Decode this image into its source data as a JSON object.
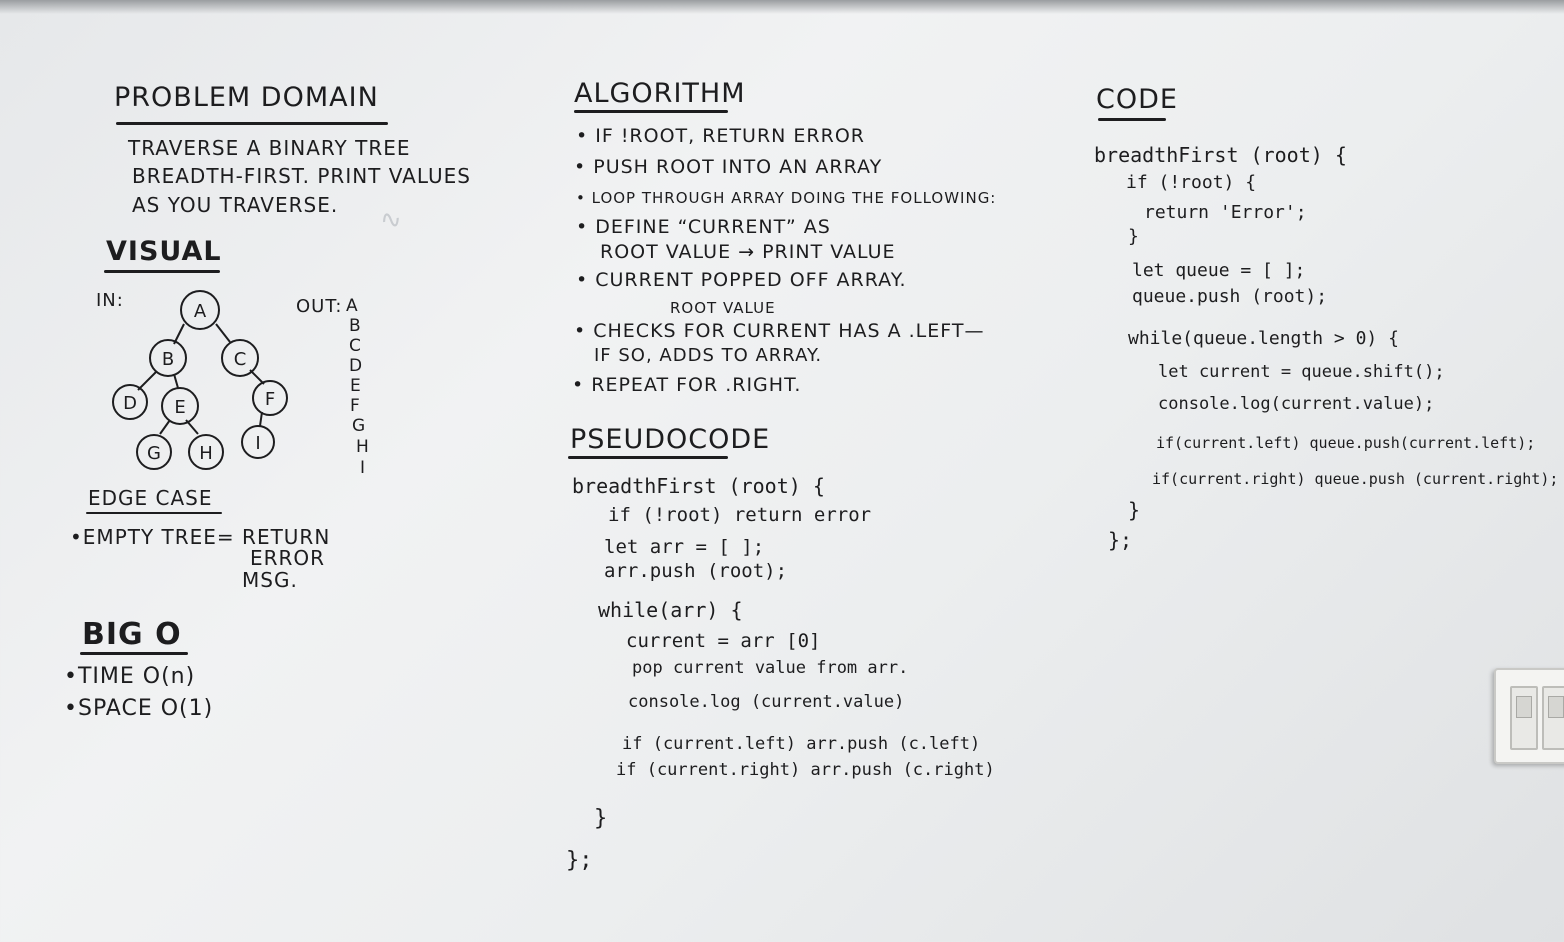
{
  "problem_domain": {
    "heading": "PROBLEM DOMAIN",
    "lines": [
      "TRAVERSE A BINARY TREE",
      "BREADTH-FIRST. PRINT VALUES",
      "AS YOU TRAVERSE."
    ]
  },
  "visual": {
    "heading": "VISUAL",
    "in_label": "IN:",
    "out_label": "OUT:",
    "nodes": [
      "A",
      "B",
      "C",
      "D",
      "E",
      "F",
      "G",
      "H",
      "I"
    ],
    "out_values": [
      "A",
      "B",
      "C",
      "D",
      "E",
      "F",
      "G",
      "H",
      "I"
    ]
  },
  "edge_case": {
    "heading": "EDGE CASE",
    "line1": "•EMPTY TREE= RETURN",
    "line2": "ERROR",
    "line3": "MSG."
  },
  "big_o": {
    "heading": "BIG O",
    "time": "•TIME O(n)",
    "space": "•SPACE O(1)"
  },
  "algorithm": {
    "heading": "ALGORITHM",
    "lines": [
      "• IF !ROOT, RETURN ERROR",
      "• PUSH ROOT INTO AN ARRAY",
      "• LOOP THROUGH ARRAY DOING THE FOLLOWING:",
      "• DEFINE “CURRENT” AS",
      "ROOT VALUE → PRINT VALUE",
      "• CURRENT POPPED OFF ARRAY.",
      "ROOT VALUE",
      "• CHECKS FOR CURRENT HAS A .LEFT—",
      "IF SO, ADDS TO ARRAY.",
      "• REPEAT FOR .RIGHT."
    ]
  },
  "pseudocode": {
    "heading": "PSEUDOCODE",
    "lines": [
      "breadthFirst (root) {",
      "if (!root) return error",
      "let arr = [ ];",
      "arr.push (root);",
      "while(arr) {",
      "current = arr [0]",
      "pop current value from arr.",
      "console.log (current.value)",
      "if (current.left) arr.push (c.left)",
      "if (current.right) arr.push (c.right)",
      "}",
      "};"
    ]
  },
  "code": {
    "heading": "CODE",
    "lines": [
      "breadthFirst (root) {",
      "if (!root) {",
      "return 'Error';",
      "}",
      "let queue = [ ];",
      "queue.push (root);",
      "while(queue.length > 0) {",
      "let current = queue.shift();",
      "console.log(current.value);",
      "if(current.left) queue.push(current.left);",
      "if(current.right) queue.push (current.right);",
      "}",
      "};"
    ]
  },
  "colors": {
    "ink": "#1d1d1f",
    "board": "#eceeef"
  }
}
